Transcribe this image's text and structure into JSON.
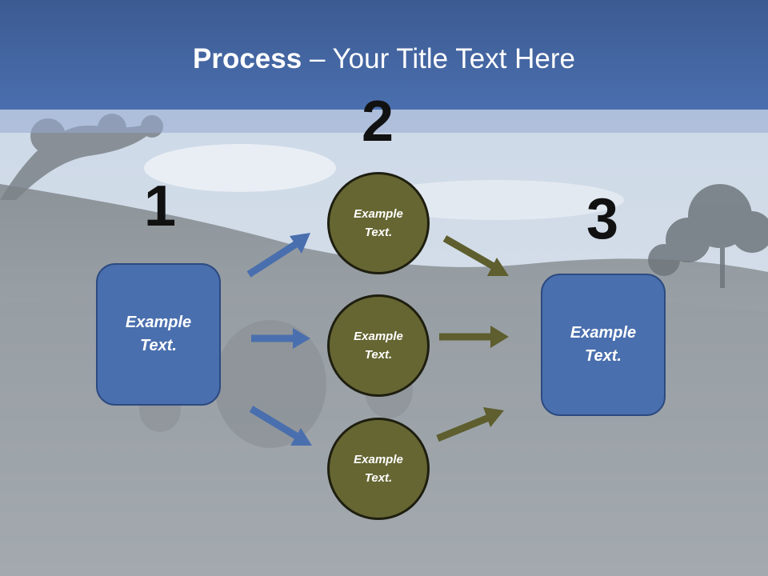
{
  "title": {
    "bold": "Process",
    "rest": " – Your Title Text Here"
  },
  "numbers": [
    "1",
    "2",
    "3"
  ],
  "left_box": {
    "label": "Example\nText."
  },
  "right_box": {
    "label": "Example\nText."
  },
  "circles": [
    {
      "label": "Example\nText."
    },
    {
      "label": "Example\nText."
    },
    {
      "label": "Example\nText."
    }
  ],
  "colors": {
    "header": "#4a6fae",
    "box": "#4a6fae",
    "circle": "#666633",
    "arrow_left": "#4a6fae",
    "arrow_right": "#5e5e2e"
  }
}
